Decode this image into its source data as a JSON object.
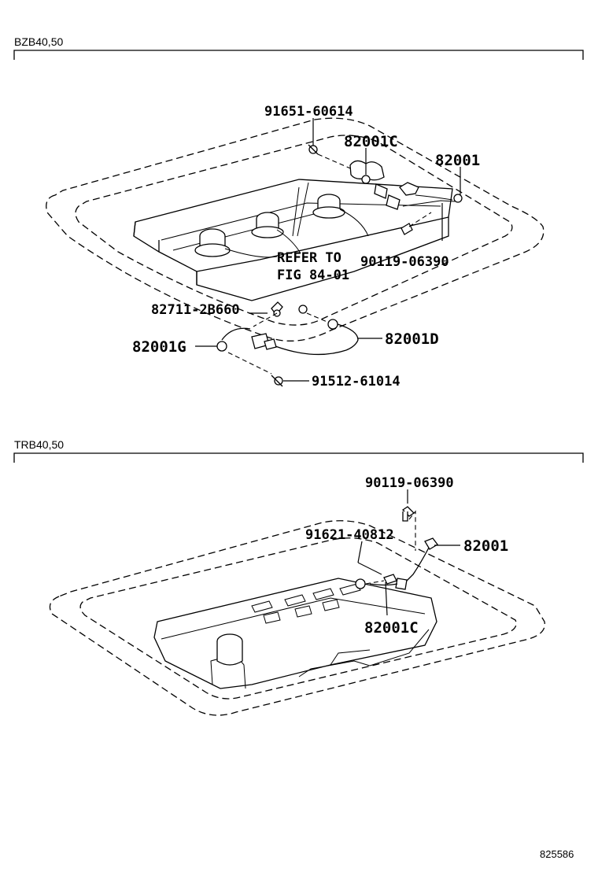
{
  "sections": [
    {
      "code": "BZB40,50",
      "labels": {
        "p91651": "91651-60614",
        "p82001C": "82001C",
        "p82001": "82001",
        "p90119": "90119-06390",
        "refer1": "REFER TO",
        "refer2": "FIG 84-01",
        "p82711": "82711-2B660",
        "p82001G": "82001G",
        "p82001D": "82001D",
        "p91512": "91512-61014"
      }
    },
    {
      "code": "TRB40,50",
      "labels": {
        "p90119": "90119-06390",
        "p91621": "91621-40812",
        "p82001": "82001",
        "p82001C": "82001C"
      }
    }
  ],
  "figure_code": "825586"
}
